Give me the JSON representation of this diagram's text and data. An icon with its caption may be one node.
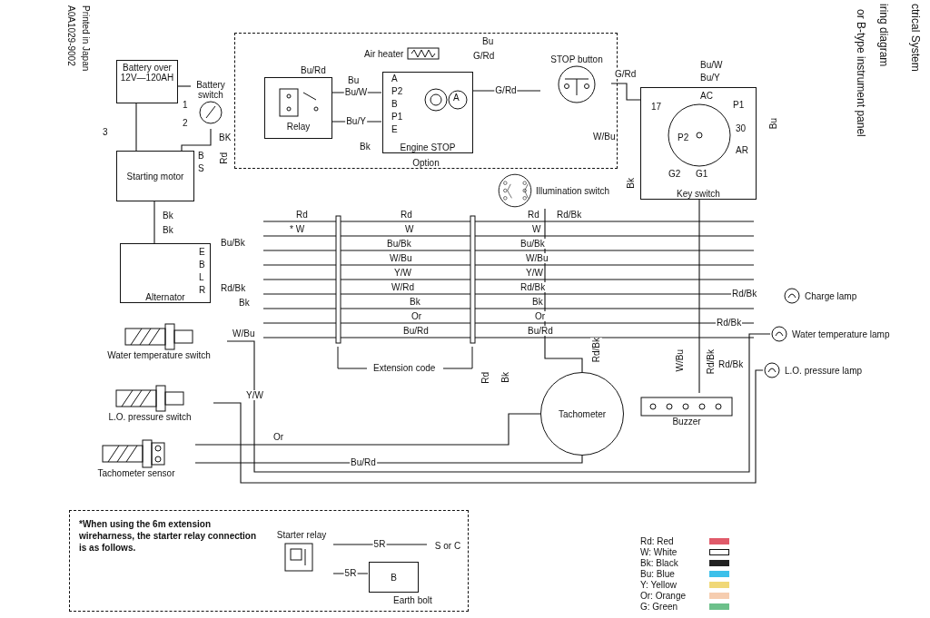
{
  "diagram": {
    "nodes": [
      {
        "text": [
          "Battery over 12V—120AH"
        ]
      },
      {
        "text": [
          "Battery switch"
        ]
      },
      {
        "text": [
          "Option"
        ]
      },
      {
        "text": [
          "Air heater"
        ],
        "in": 2
      },
      {
        "text": [
          "Relay"
        ],
        "in": 2
      },
      {
        "text": [
          "Engine STOP"
        ],
        "in": 2
      },
      {
        "text": [
          "STOP button"
        ],
        "in": 2
      },
      {
        "text": [
          "Starting motor"
        ]
      },
      {
        "text": [
          "Illumination switch"
        ]
      },
      {
        "text": [
          "Key switch"
        ]
      },
      {
        "text": [
          "Alternator"
        ]
      },
      {
        "text": [
          "Water temperature switch"
        ]
      },
      {
        "text": [
          "L.O. pressure switch"
        ]
      },
      {
        "text": [
          "Tachometer sensor"
        ]
      },
      {
        "text": [
          "Tachometer"
        ]
      },
      {
        "text": [
          "Buzzer"
        ]
      },
      {
        "text": [
          "Charge lamp"
        ]
      },
      {
        "text": [
          "Water temperature lamp"
        ]
      },
      {
        "text": [
          "L.O. pressure lamp"
        ]
      },
      {
        "text": [
          "*When using the 6m extension wireharness, the starter relay connection is as follows."
        ]
      },
      {
        "text": [
          "Starter relay"
        ],
        "in": 19
      },
      {
        "text": [
          "B"
        ],
        "in": 19
      },
      {
        "text": [
          "S or C"
        ],
        "in": 19
      }
    ],
    "edges": [
      {
        "from": 0,
        "to": 1,
        "arrow": "none"
      },
      {
        "from": 1,
        "to": 7,
        "arrow": "none"
      },
      {
        "from": 0,
        "to": 7,
        "arrow": "none"
      },
      {
        "from": 7,
        "to": 10,
        "arrow": "none"
      },
      {
        "from": 4,
        "to": 5,
        "arrow": "none",
        "label": "Bu/W"
      },
      {
        "from": 4,
        "to": 5,
        "arrow": "none",
        "label": "Bu/Y"
      },
      {
        "from": 5,
        "to": 6,
        "arrow": "none",
        "label": "G/Rd"
      },
      {
        "from": 6,
        "to": 9,
        "arrow": "none"
      },
      {
        "from": 11,
        "to": 17,
        "arrow": "none"
      },
      {
        "from": 12,
        "to": 18,
        "arrow": "none"
      },
      {
        "from": 13,
        "to": 14,
        "arrow": "none",
        "label": "Bu/Rd"
      },
      {
        "from": 13,
        "to": 14,
        "arrow": "none"
      },
      {
        "from": 8,
        "to": 14,
        "arrow": "none"
      },
      {
        "from": 9,
        "to": 15,
        "arrow": "none"
      },
      {
        "from": 20,
        "to": 22,
        "arrow": "none",
        "label": "5R"
      },
      {
        "from": 20,
        "to": 21,
        "arrow": "none",
        "label": "5R"
      }
    ],
    "labels": [
      "ctrical System",
      "iring diagram",
      "or B-type instrument panel",
      "Printed in Japan",
      "A0A1029-9002",
      "1",
      "2",
      "3",
      "BK",
      "Rd",
      "Bu",
      "G/Rd",
      "Bu/Rd",
      "Bu",
      "Bk",
      "A",
      "P2",
      "B",
      "P1",
      "E",
      "A",
      "G/Rd",
      "Bu/W",
      "Bu/Y",
      "Bu",
      "W/Bu",
      "Rd/Bk",
      "Bk",
      "AC",
      "P1",
      "17",
      "30",
      "P2",
      "AR",
      "G2",
      "G1",
      "B",
      "S",
      "E",
      "B",
      "L",
      "R",
      "Bk",
      "Bk",
      "Rd",
      "Rd",
      "Rd",
      "* W",
      "W",
      "W",
      "Bu/Bk",
      "Bu/Bk",
      "Bu/Bk",
      "W/Bu",
      "W/Bu",
      "Y/W",
      "Y/W",
      "W/Rd",
      "Rd/Bk",
      "Rd/Bk",
      "Bk",
      "Bk",
      "Bk",
      "Or",
      "Or",
      "Bu/Rd",
      "Bu/Rd",
      "W/Bu",
      "Y/W",
      "Or",
      "Rd/Bk",
      "W/Bu",
      "Rd/Bk",
      "Rd/Bk",
      "Rd/Bk",
      "Rd/Bk",
      "Rd",
      "Bk",
      "Extension code",
      "Earth bolt"
    ],
    "legend": [
      {
        "text": "Rd: Red",
        "color": "#e05a6a"
      },
      {
        "text": "W: White"
      },
      {
        "text": "Bk: Black",
        "color": "#222222"
      },
      {
        "text": "Bu: Blue",
        "color": "#3cc0ea"
      },
      {
        "text": "Y: Yellow",
        "color": "#f0d878"
      },
      {
        "text": "Or: Orange",
        "color": "#f6cdb0"
      },
      {
        "text": "G: Green",
        "color": "#6cc08a"
      }
    ]
  }
}
